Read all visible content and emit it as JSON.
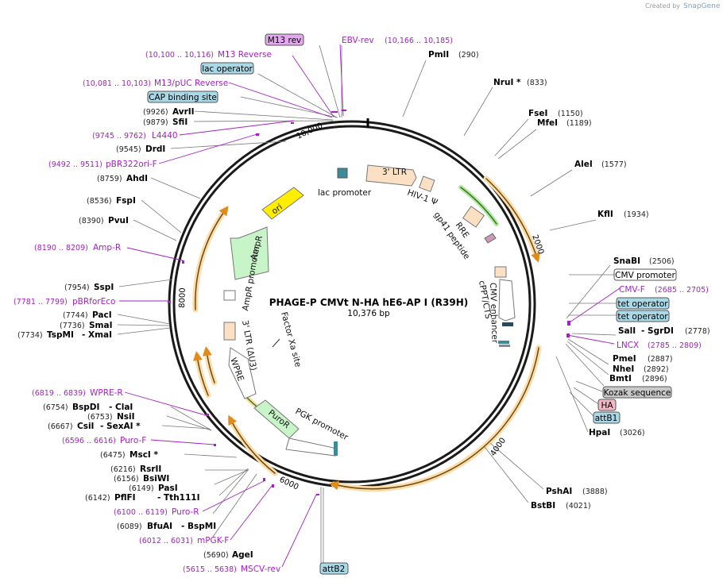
{
  "credit": {
    "prefix": "Created by",
    "brand": "SnapGene"
  },
  "title": "PHAGE-P CMVt N-HA hE6-AP I (R39H)",
  "size": "10,376 bp",
  "ticks": [
    "2000",
    "4000",
    "6000",
    "8000",
    "10,000"
  ],
  "enzymes": [
    {
      "name": "PmlI",
      "pos": "(290)"
    },
    {
      "name": "NruI *",
      "pos": "(833)"
    },
    {
      "name": "FseI",
      "pos": "(1150)"
    },
    {
      "name": "MfeI",
      "pos": "(1189)"
    },
    {
      "name": "AleI",
      "pos": "(1577)"
    },
    {
      "name": "KflI",
      "pos": "(1934)"
    },
    {
      "name": "SnaBI",
      "pos": "(2506)"
    },
    {
      "name": "SalI",
      "sep": "- SgrDI",
      "pos": "(2778)"
    },
    {
      "name": "PmeI",
      "pos": "(2887)"
    },
    {
      "name": "NheI",
      "pos": "(2892)"
    },
    {
      "name": "BmtI",
      "pos": "(2896)"
    },
    {
      "name": "HpaI",
      "pos": "(3026)"
    },
    {
      "name": "PshAI",
      "pos": "(3888)"
    },
    {
      "name": "BstBI",
      "pos": "(4021)"
    },
    {
      "name": "AgeI",
      "pos": "(5690)"
    },
    {
      "name": "BfuAI",
      "sep": "- BspMI",
      "pos": "(6089)"
    },
    {
      "name": "PflFI",
      "sep": "- Tth111I",
      "pos": "(6142)"
    },
    {
      "name": "PasI",
      "pos": "(6149)"
    },
    {
      "name": "BsiWI",
      "pos": "(6156)"
    },
    {
      "name": "RsrII",
      "pos": "(6216)"
    },
    {
      "name": "MscI *",
      "pos": "(6475)"
    },
    {
      "name": "CsiI",
      "sep": "- SexAI *",
      "pos": "(6667)"
    },
    {
      "name": "NsiI",
      "pos": "(6753)"
    },
    {
      "name": "BspDI",
      "sep": "- ClaI",
      "pos": "(6754)"
    },
    {
      "name": "TspMI",
      "sep": "- XmaI",
      "pos": "(7734)"
    },
    {
      "name": "SmaI",
      "pos": "(7736)"
    },
    {
      "name": "PacI",
      "pos": "(7744)"
    },
    {
      "name": "SspI",
      "pos": "(7954)"
    },
    {
      "name": "PvuI",
      "pos": "(8390)"
    },
    {
      "name": "FspI",
      "pos": "(8536)"
    },
    {
      "name": "AhdI",
      "pos": "(8759)"
    },
    {
      "name": "DrdI",
      "pos": "(9545)"
    },
    {
      "name": "SfiI",
      "pos": "(9879)"
    },
    {
      "name": "AvrII",
      "pos": "(9926)"
    }
  ],
  "primers": [
    {
      "name": "EBV-rev",
      "pos": "(10,166 .. 10,185)"
    },
    {
      "name": "M13 Reverse",
      "pos": "(10,100 .. 10,116)"
    },
    {
      "name": "M13/pUC Reverse",
      "pos": "(10,081 .. 10,103)"
    },
    {
      "name": "L4440",
      "pos": "(9745 .. 9762)"
    },
    {
      "name": "pBR322ori-F",
      "pos": "(9492 .. 9511)"
    },
    {
      "name": "Amp-R",
      "pos": "(8190 .. 8209)"
    },
    {
      "name": "pBRforEco",
      "pos": "(7781 .. 7799)"
    },
    {
      "name": "WPRE-R",
      "pos": "(6819 .. 6839)"
    },
    {
      "name": "Puro-F",
      "pos": "(6596 .. 6616)"
    },
    {
      "name": "Puro-R",
      "pos": "(6100 .. 6119)"
    },
    {
      "name": "mPGK-F",
      "pos": "(6012 .. 6031)"
    },
    {
      "name": "MSCV-rev",
      "pos": "(5615 .. 5638)"
    },
    {
      "name": "CMV-F",
      "pos": "(2685 .. 2705)"
    },
    {
      "name": "LNCX",
      "pos": "(2785 .. 2809)"
    }
  ],
  "boxed": {
    "m13rev": "M13 rev",
    "lacop": "lac operator",
    "cap": "CAP binding site",
    "cmvprom": "CMV promoter",
    "tet1": "tet operator",
    "tet2": "tet operator",
    "kozak": "Kozak sequence",
    "ha": "HA",
    "attb1": "attB1",
    "attb2": "attB2"
  },
  "inner": {
    "ltr3": "3' LTR",
    "hiv": "HIV-1 Ψ",
    "rre": "RRE",
    "gp41": "gp41 peptide",
    "cppt": "cPPT/CTS",
    "cmvenh": "CMV enhancer",
    "lac": "lac promoter",
    "ori": "ori",
    "ampr": "AmpR",
    "amprprom": "AmpR promoter",
    "ltru3": "3' LTR (ΔU3)",
    "wpre": "WPRE",
    "factorxa": "Factor Xa site",
    "puror": "PuroR",
    "pgk": "PGK promoter"
  },
  "colors": {
    "primer": "#a321c4",
    "ltr": "#fbe0c4",
    "ori": "#ffee00",
    "amp": "#c8f5c8",
    "orf": "#f2a93b",
    "boxfill_cyan": "#a9d8e6",
    "boxfill_purple": "#e4a8f0",
    "boxfill_pink": "#f2b8c6",
    "boxfill_gray": "#c9c9c9"
  }
}
